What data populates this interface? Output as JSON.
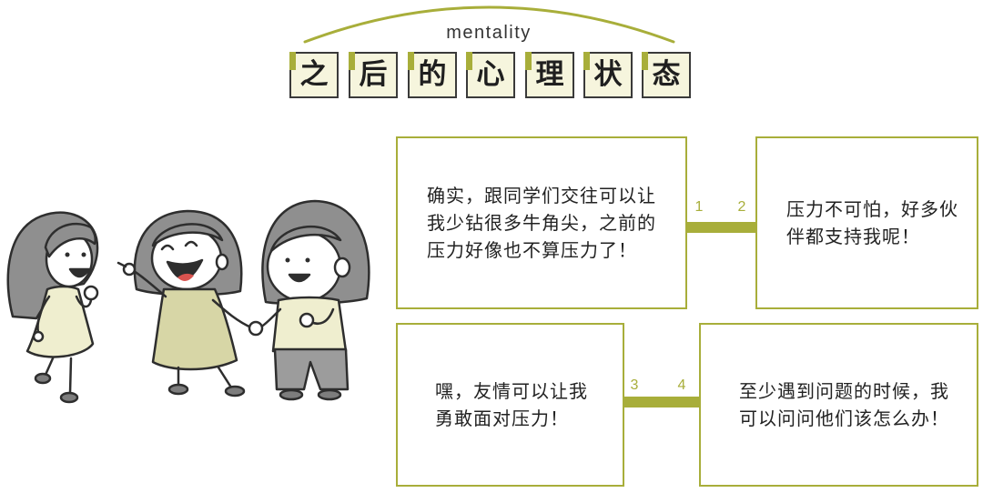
{
  "header": {
    "subtitle": "mentality",
    "title_chars": [
      "之",
      "后",
      "的",
      "心",
      "理",
      "状",
      "态"
    ]
  },
  "cards": [
    {
      "lines": [
        "确实，跟同学们交往可以让",
        "我少钻很多牛角尖，之前的",
        "压力好像也不算压力了！"
      ]
    },
    {
      "lines": [
        "压力不可怕，好多伙",
        "伴都支持我呢！"
      ]
    },
    {
      "lines": [
        "嘿，友情可以让我",
        "勇敢面对压力！"
      ]
    },
    {
      "lines": [
        "至少遇到问题的时候，我",
        "可以问问他们该怎么办！"
      ]
    }
  ],
  "connectors": [
    {
      "from_label": "1",
      "to_label": "2"
    },
    {
      "from_label": "3",
      "to_label": "4"
    }
  ],
  "colors": {
    "accent": "#a8ae3a",
    "ink": "#2e2e2e",
    "title_fill": "#f6f5dd",
    "hair": "#8f8f8f",
    "cloth": "#efeecf",
    "dress": "#d7d6a6",
    "pants": "#9c9c9c",
    "shoe": "#7d7d7d"
  }
}
